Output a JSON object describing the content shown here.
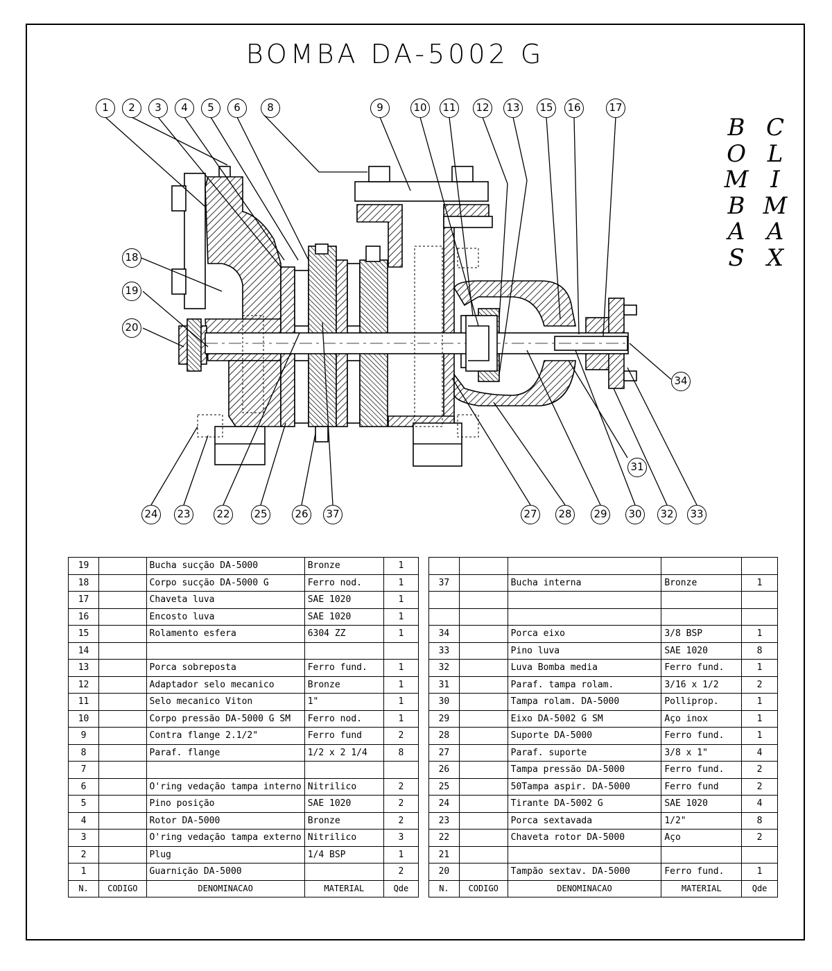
{
  "title": "BOMBA   DA-5002 G",
  "brand": {
    "left_column": [
      "B",
      "O",
      "M",
      "B",
      "A",
      "S"
    ],
    "right_column": [
      "C",
      "L",
      "I",
      "M",
      "A",
      "X"
    ]
  },
  "balloons": [
    "1",
    "2",
    "3",
    "4",
    "5",
    "6",
    "8",
    "9",
    "10",
    "11",
    "12",
    "13",
    "15",
    "16",
    "17",
    "18",
    "19",
    "20",
    "34",
    "31",
    "24",
    "23",
    "22",
    "25",
    "26",
    "37",
    "27",
    "28",
    "29",
    "30",
    "32",
    "33"
  ],
  "table_headers": [
    "N.",
    "CODIGO",
    "DENOMINACAO",
    "MATERIAL",
    "Qde"
  ],
  "left_table": [
    {
      "n": "19",
      "code": "",
      "name": "Bucha sucção DA-5000",
      "material": "Bronze",
      "qty": "1"
    },
    {
      "n": "18",
      "code": "",
      "name": "Corpo sucção DA-5000 G",
      "material": "Ferro nod.",
      "qty": "1"
    },
    {
      "n": "17",
      "code": "",
      "name": "Chaveta luva",
      "material": "SAE 1020",
      "qty": "1"
    },
    {
      "n": "16",
      "code": "",
      "name": "Encosto luva",
      "material": "SAE 1020",
      "qty": "1"
    },
    {
      "n": "15",
      "code": "",
      "name": "Rolamento esfera",
      "material": "6304 ZZ",
      "qty": "1"
    },
    {
      "n": "14",
      "code": "",
      "name": "",
      "material": "",
      "qty": ""
    },
    {
      "n": "13",
      "code": "",
      "name": "Porca sobreposta",
      "material": "Ferro fund.",
      "qty": "1"
    },
    {
      "n": "12",
      "code": "",
      "name": "Adaptador selo mecanico",
      "material": "Bronze",
      "qty": "1"
    },
    {
      "n": "11",
      "code": "",
      "name": "Selo mecanico Viton",
      "material": "1\"",
      "qty": "1"
    },
    {
      "n": "10",
      "code": "",
      "name": "Corpo pressão DA-5000 G SM",
      "material": "Ferro nod.",
      "qty": "1"
    },
    {
      "n": "9",
      "code": "",
      "name": "Contra flange 2.1/2\"",
      "material": "Ferro fund",
      "qty": "2"
    },
    {
      "n": "8",
      "code": "",
      "name": "Paraf. flange",
      "material": "1/2 x 2 1/4",
      "qty": "8"
    },
    {
      "n": "7",
      "code": "",
      "name": "",
      "material": "",
      "qty": ""
    },
    {
      "n": "6",
      "code": "",
      "name": "O'ring vedação tampa interno",
      "material": "Nitrilico",
      "qty": "2"
    },
    {
      "n": "5",
      "code": "",
      "name": "Pino posição",
      "material": "SAE 1020",
      "qty": "2"
    },
    {
      "n": "4",
      "code": "",
      "name": "Rotor DA-5000",
      "material": "Bronze",
      "qty": "2"
    },
    {
      "n": "3",
      "code": "",
      "name": "O'ring vedação tampa externo",
      "material": "Nitrilico",
      "qty": "3"
    },
    {
      "n": "2",
      "code": "",
      "name": "Plug",
      "material": "1/4 BSP",
      "qty": "1"
    },
    {
      "n": "1",
      "code": "",
      "name": "Guarnição DA-5000",
      "material": "",
      "qty": "2"
    }
  ],
  "right_table": [
    {
      "n": "",
      "code": "",
      "name": "",
      "material": "",
      "qty": ""
    },
    {
      "n": "37",
      "code": "",
      "name": "Bucha interna",
      "material": "Bronze",
      "qty": "1"
    },
    {
      "n": "",
      "code": "",
      "name": "",
      "material": "",
      "qty": ""
    },
    {
      "n": "",
      "code": "",
      "name": "",
      "material": "",
      "qty": ""
    },
    {
      "n": "34",
      "code": "",
      "name": "Porca eixo",
      "material": "3/8 BSP",
      "qty": "1"
    },
    {
      "n": "33",
      "code": "",
      "name": "Pino luva",
      "material": "SAE 1020",
      "qty": "8"
    },
    {
      "n": "32",
      "code": "",
      "name": "Luva Bomba media",
      "material": "Ferro fund.",
      "qty": "1"
    },
    {
      "n": "31",
      "code": "",
      "name": "Paraf. tampa rolam.",
      "material": "3/16 x 1/2",
      "qty": "2"
    },
    {
      "n": "30",
      "code": "",
      "name": "Tampa rolam. DA-5000",
      "material": "Polliprop.",
      "qty": "1"
    },
    {
      "n": "29",
      "code": "",
      "name": "Eixo DA-5002 G SM",
      "material": "Aço inox",
      "qty": "1"
    },
    {
      "n": "28",
      "code": "",
      "name": "Suporte DA-5000",
      "material": "Ferro fund.",
      "qty": "1"
    },
    {
      "n": "27",
      "code": "",
      "name": "Paraf. suporte",
      "material": "3/8 x 1\"",
      "qty": "4"
    },
    {
      "n": "26",
      "code": "",
      "name": "Tampa pressão DA-5000",
      "material": "Ferro fund.",
      "qty": "2"
    },
    {
      "n": "25",
      "code": "",
      "name": "50Tampa aspir. DA-5000",
      "material": "Ferro fund",
      "qty": "2"
    },
    {
      "n": "24",
      "code": "",
      "name": "Tirante DA-5002 G",
      "material": "SAE 1020",
      "qty": "4"
    },
    {
      "n": "23",
      "code": "",
      "name": "Porca sextavada",
      "material": "1/2\"",
      "qty": "8"
    },
    {
      "n": "22",
      "code": "",
      "name": "Chaveta rotor DA-5000",
      "material": "Aço",
      "qty": "2"
    },
    {
      "n": "21",
      "code": "",
      "name": "",
      "material": "",
      "qty": ""
    },
    {
      "n": "20",
      "code": "",
      "name": "Tampão sextav. DA-5000",
      "material": "Ferro fund.",
      "qty": "1"
    }
  ]
}
